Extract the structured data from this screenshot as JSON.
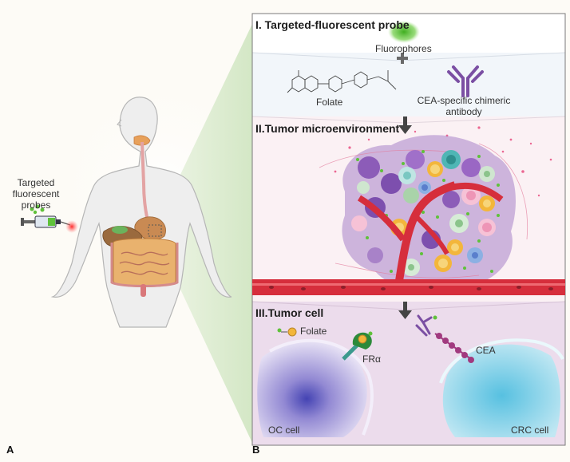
{
  "panel_a": {
    "label": "A",
    "probe_label": [
      "Targeted",
      "fluorescent",
      "probes"
    ]
  },
  "panel_b": {
    "label": "B",
    "section1": {
      "title": "I. Targeted-fluorescent probe",
      "fluorophores": "Fluorophores",
      "plus": "+",
      "folate": "Folate",
      "antibody_lines": [
        "CEA-specific chimeric",
        "antibody"
      ]
    },
    "section2": {
      "title": "II.Tumor microenvironment"
    },
    "section3": {
      "title": "III.Tumor cell",
      "folate": "Folate",
      "receptor": "FRα",
      "cea": "CEA",
      "oc_cell": "OC cell",
      "crc_cell": "CRC cell"
    }
  },
  "colors": {
    "cone": "#dcebd0",
    "section1_bg": "#f2f6fa",
    "section2_bg": "#fbf1f4",
    "section3_bg": "#ecdcec",
    "vessel": "#d62e3c",
    "fluorophore": "#5fc13a",
    "oc_cell": "#7b6fc6",
    "crc_cell": "#6cc9e2",
    "antibody": "#7b4fa3"
  }
}
